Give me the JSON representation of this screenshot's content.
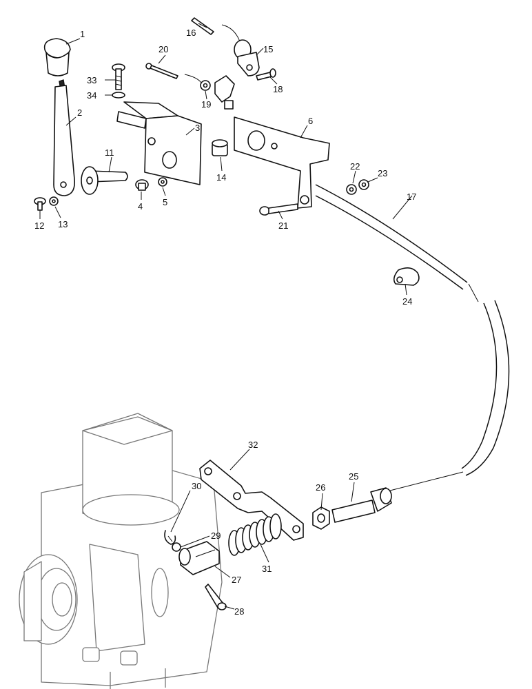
{
  "part_labels": [
    {
      "id": "p1",
      "text": "1"
    },
    {
      "id": "p2",
      "text": "2"
    },
    {
      "id": "p3",
      "text": "3"
    },
    {
      "id": "p4",
      "text": "4"
    },
    {
      "id": "p5",
      "text": "5"
    },
    {
      "id": "p6",
      "text": "6"
    },
    {
      "id": "p11",
      "text": "11"
    },
    {
      "id": "p12",
      "text": "12"
    },
    {
      "id": "p13",
      "text": "13"
    },
    {
      "id": "p14",
      "text": "14"
    },
    {
      "id": "p15",
      "text": "15"
    },
    {
      "id": "p16",
      "text": "16"
    },
    {
      "id": "p17",
      "text": "17"
    },
    {
      "id": "p18",
      "text": "18"
    },
    {
      "id": "p19",
      "text": "19"
    },
    {
      "id": "p20",
      "text": "20"
    },
    {
      "id": "p21",
      "text": "21"
    },
    {
      "id": "p22",
      "text": "22"
    },
    {
      "id": "p23",
      "text": "23"
    },
    {
      "id": "p24",
      "text": "24"
    },
    {
      "id": "p25",
      "text": "25"
    },
    {
      "id": "p26",
      "text": "26"
    },
    {
      "id": "p27",
      "text": "27"
    },
    {
      "id": "p28",
      "text": "28"
    },
    {
      "id": "p29",
      "text": "29"
    },
    {
      "id": "p30",
      "text": "30"
    },
    {
      "id": "p31",
      "text": "31"
    },
    {
      "id": "p32",
      "text": "32"
    },
    {
      "id": "p33",
      "text": "33"
    },
    {
      "id": "p34",
      "text": "34"
    }
  ]
}
